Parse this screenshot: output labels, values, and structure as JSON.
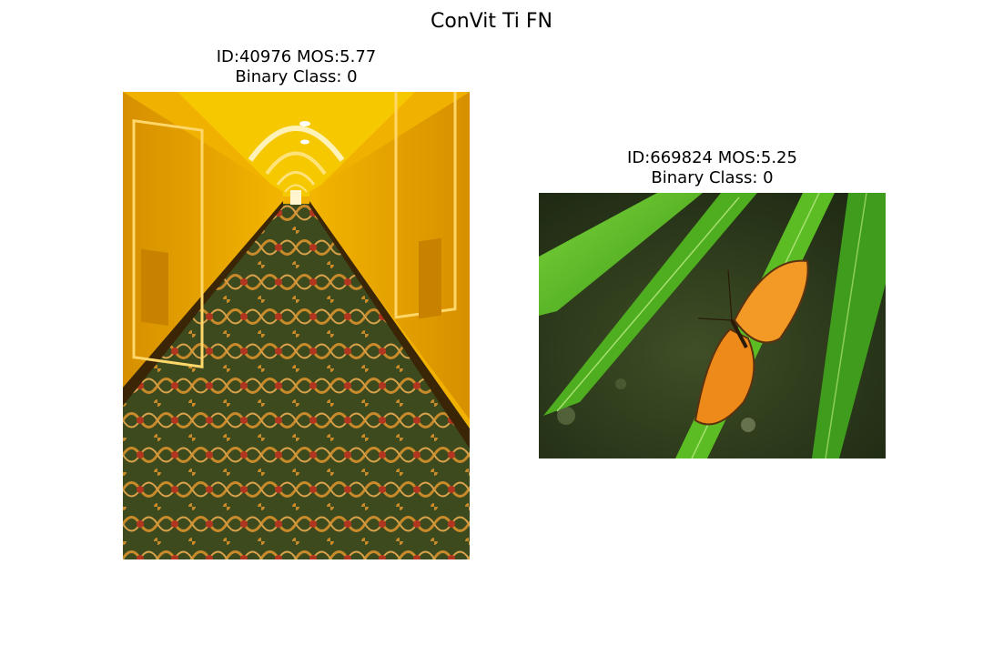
{
  "figure": {
    "title": "ConVit Ti FN"
  },
  "panels": [
    {
      "id_line": "ID:40976 MOS:5.77",
      "class_line": "Binary Class: 0",
      "image_subject": "hotel-hallway-photo"
    },
    {
      "id_line": "ID:669824 MOS:5.25",
      "class_line": "Binary Class: 0",
      "image_subject": "butterfly-on-leaf-photo"
    }
  ],
  "colors": {
    "hallway_wall": "#e8a300",
    "hallway_ceiling": "#f5c400",
    "carpet_green": "#3d4a1e",
    "carpet_gold": "#c98a2a",
    "leaf_green": "#4fae1f",
    "leaf_background": "#2b3a1c",
    "butterfly_orange": "#f08a1c"
  }
}
